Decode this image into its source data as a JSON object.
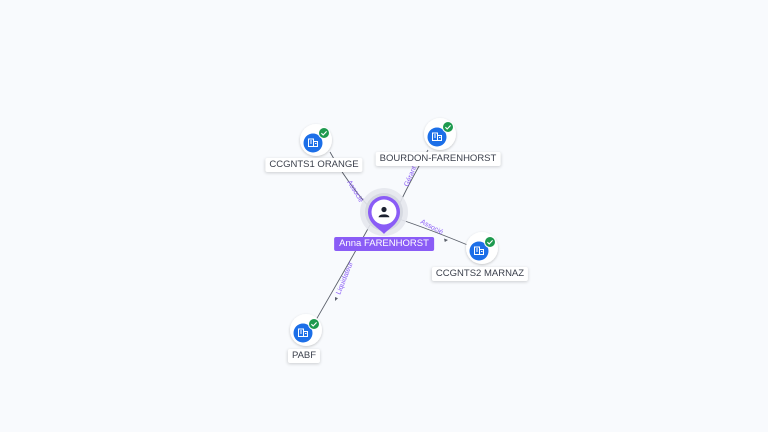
{
  "person": {
    "name": "Anna FARENHORST",
    "icon": "person-icon",
    "color": "#8a5cf6"
  },
  "companies": [
    {
      "id": "ccgnts1",
      "name": "CCGNTS1 ORANGE",
      "relation": "Associé",
      "icon": "building-icon",
      "status_icon": "check-icon",
      "status": "verified"
    },
    {
      "id": "bourdon",
      "name": "BOURDON-FARENHORST",
      "relation": "Gérant",
      "icon": "building-icon",
      "status_icon": "check-icon",
      "status": "verified"
    },
    {
      "id": "ccgnts2",
      "name": "CCGNTS2 MARNAZ",
      "relation": "Associé",
      "icon": "building-icon",
      "status_icon": "check-icon",
      "status": "verified"
    },
    {
      "id": "pabf",
      "name": "PABF",
      "relation": "Liquidateur",
      "icon": "building-icon",
      "status_icon": "check-icon",
      "status": "verified"
    }
  ],
  "colors": {
    "accent": "#8a5cf6",
    "company_icon": "#1c6fe8",
    "status_ok": "#1e9a4f",
    "edge": "#5a5f6a"
  }
}
